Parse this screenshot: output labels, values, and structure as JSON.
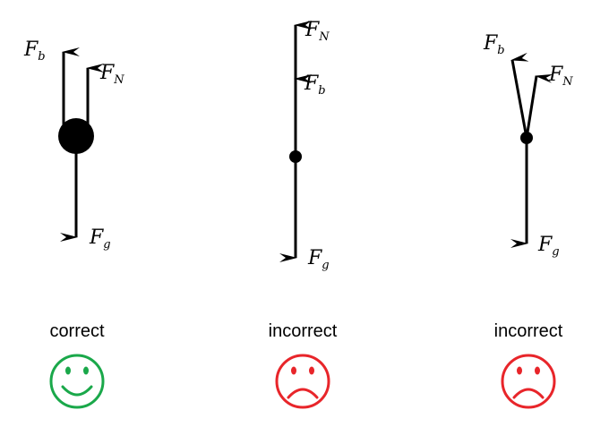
{
  "diagrams": [
    {
      "forces": [
        {
          "symbol": "F",
          "subscript": "b"
        },
        {
          "symbol": "F",
          "subscript": "N"
        },
        {
          "symbol": "F",
          "subscript": "g"
        }
      ],
      "verdict": "correct",
      "face": "smiley-face-icon",
      "face_color": "#1aa84a"
    },
    {
      "forces": [
        {
          "symbol": "F",
          "subscript": "N"
        },
        {
          "symbol": "F",
          "subscript": "b"
        },
        {
          "symbol": "F",
          "subscript": "g"
        }
      ],
      "verdict": "incorrect",
      "face": "frowning-face-icon",
      "face_color": "#e8252a"
    },
    {
      "forces": [
        {
          "symbol": "F",
          "subscript": "b"
        },
        {
          "symbol": "F",
          "subscript": "N"
        },
        {
          "symbol": "F",
          "subscript": "g"
        }
      ],
      "verdict": "incorrect",
      "face": "frowning-face-icon",
      "face_color": "#e8252a"
    }
  ]
}
